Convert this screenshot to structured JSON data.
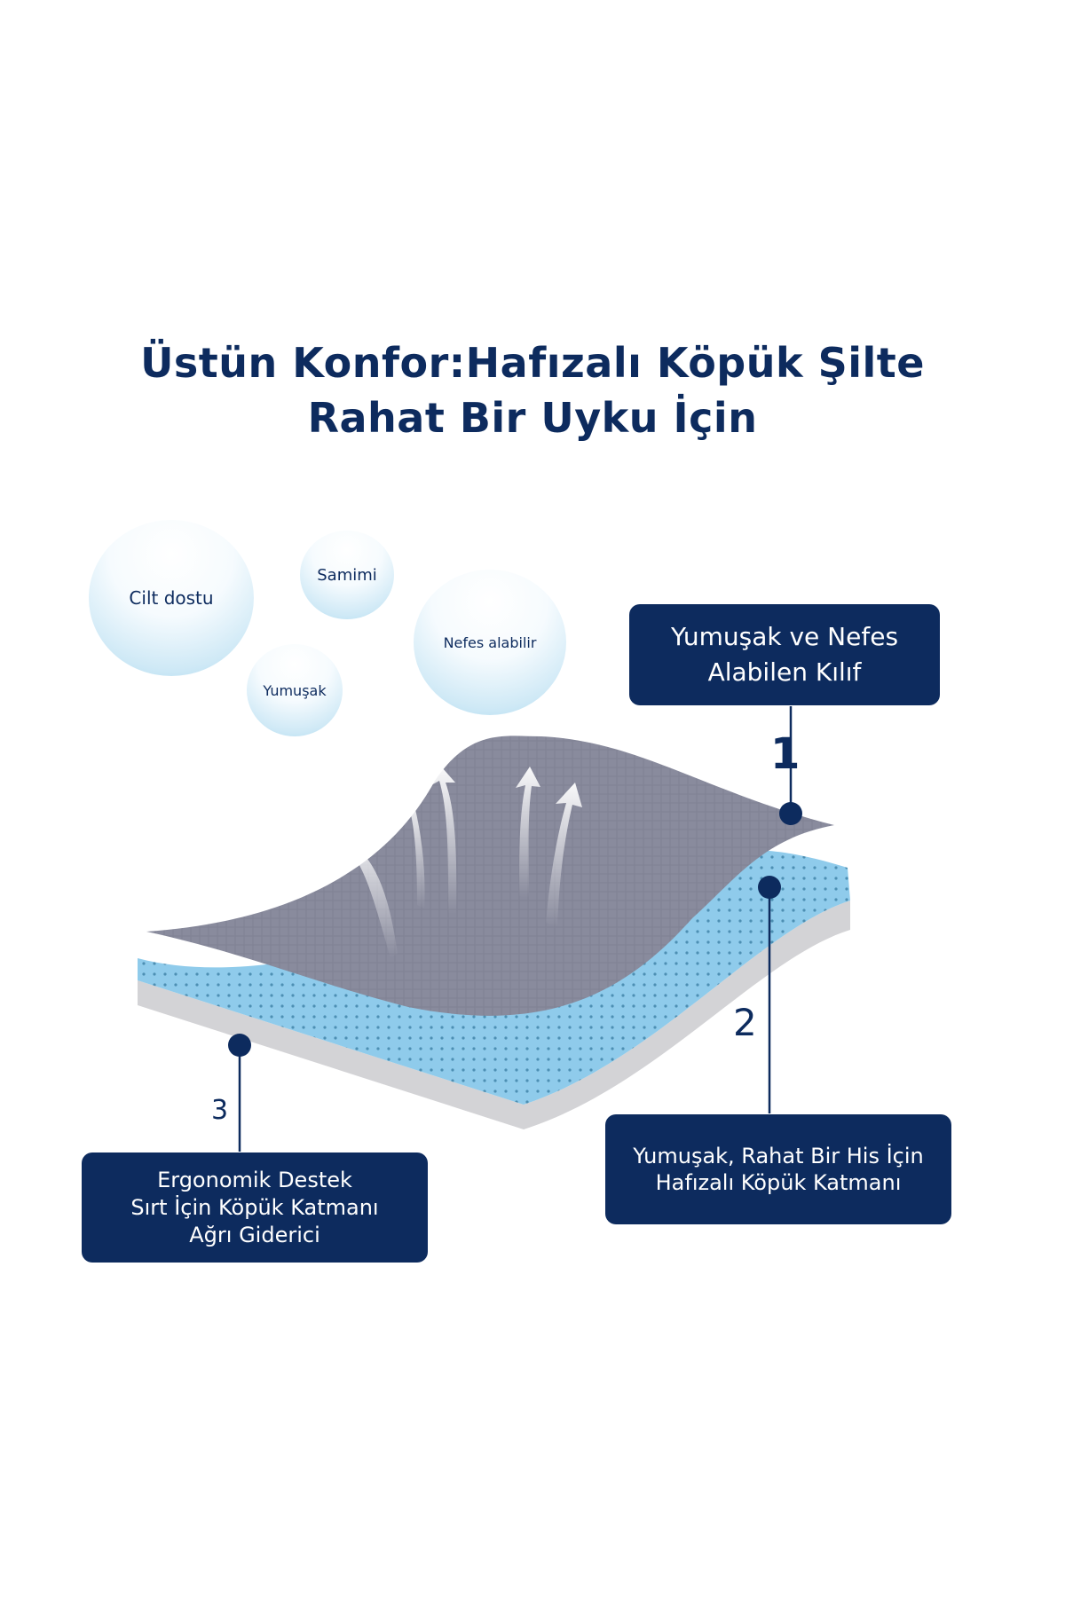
{
  "title": {
    "line1": "Üstün Konfor:Hafızalı Köpük Şilte",
    "line2": "Rahat Bir Uyku İçin"
  },
  "bubbles": {
    "skin": "Cilt dostu",
    "intimate": "Samimi",
    "breathable": "Nefes alabilir",
    "soft": "Yumuşak"
  },
  "layers": [
    {
      "number": "1",
      "lines": [
        "Yumuşak ve Nefes",
        "Alabilen Kılıf"
      ]
    },
    {
      "number": "2",
      "lines": [
        "Yumuşak, Rahat Bir His İçin",
        "Hafızalı Köpük Katmanı"
      ]
    },
    {
      "number": "3",
      "lines": [
        "Ergonomik Destek",
        "Sırt İçin Köpük Katmanı",
        "Ağrı Giderici"
      ]
    }
  ],
  "colors": {
    "navy": "#0d2b5e",
    "fabric": "#8a8c9e",
    "foam": "#8fcbeb",
    "base": "#d7d7d9"
  }
}
